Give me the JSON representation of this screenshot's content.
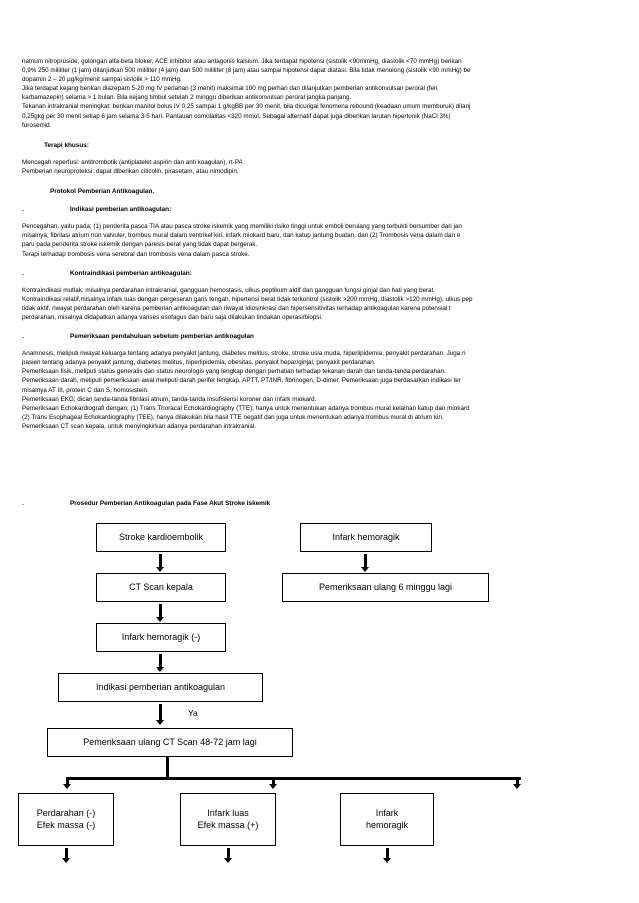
{
  "document": {
    "body_paragraphs": [
      {
        "name": "paragraph-hipotensi",
        "lines": [
          "natrium nitropruside, golongan alfa-beta bloker, ACE inhibitor atau antagonis kalsium. Jika terdapat hipotensi (sistolik <90mmHg, diastolik <70 mmHg) berikan",
          "0,9% 250 mililiter (1 jam) dilanjutkan 500 mililiter (4 jam) dan 500 mililiter (8 jam) atau sampai hipotensi dapat diatasi. Bila tidak menolong (sistolik <90 mmHg) be",
          "dopamin 2 – 20 µg/kg/menit sampai sistolik > 110 mmHg."
        ]
      },
      {
        "name": "paragraph-kejang",
        "lines": [
          "Jika terdapat kejang berikan diazepam 5-20 mg IV perlahan (3 menit) maksimal 100 mg perhari dan dilanjutkan pemberian antikonvulsan peroral (fen",
          "karbamazepin) selama > 1 bulan. Bila kejang timbul setelah 2 minggu diberikan antikonvulsan peroral jangka panjang."
        ]
      },
      {
        "name": "paragraph-tekanan-intrakranial",
        "lines": [
          "Tekanan intrakranial meningkat: berikan manitol bolus IV 0,25 sampai 1 g/kgBB per 30 menit, bila dicurigai fenomena rebound (keadaan umum memburuk) dilanj",
          "0,25gkg per 30 menit setiap 6 jam selama 3-5 hari. Pantauan osmolalitas <320 mmol. Sebagai alternatif dapat juga diberikan larutan hipertonik (NaCl 3%)",
          "furosemid."
        ]
      }
    ],
    "section_terapi_khusus": {
      "heading": "Terapi khusus:",
      "lines": [
        "Mencegah reperfusi: antitrombotik (antiplatelet aspirin dan anti koagulan), rt-PA",
        "Pemberian neuroproteksi: dapat diberikan citicolin, pirasetam, atau nimodipin."
      ]
    },
    "section_protokol": {
      "heading": "Protokol Pemberian Antikoagulan."
    },
    "subsections": [
      {
        "bullet": ".",
        "heading": "Indikasi pemberian antikoagulan:",
        "lines": [
          "Pencegahan, yaitu pada; (1) penderita pasca TIA atau pasca stroke iskemik yang memiliki risiko tinggi untuk emboli berulang yang terbukti bersumber dari jan",
          "misalnya; fibrilasi atrium non valvuler, trombus mural dalam ventrikel kiri, infark miokard baru, dan katup jantung buatan, dan (2) Trombosis vena dalam dan e",
          "paru pada penderita stroke iskemik dengan paresis berat yang tidak dapat bergerak.",
          "Terapi terhadap trombosis vena serebral dan trombosis vena dalam pasca stroke."
        ]
      },
      {
        "bullet": ".",
        "heading": "Kontraindikasi pemberian antikoagulan:",
        "lines": [
          "Kontraindikasi mutlak, misalnya perdarahan intrakranial, gangguan hemostasis, ulkus peptikum aktif dan gangguan fungsi ginjal dan hati yang berat.",
          "Kontraindikasi relatif,misalnya infark luas dengan pergeseran garis tengah, hipertensi berat tidak terkontrol (sistolik >200 mmHg, diastolik >120 mmHg), ulkus pep",
          "tidak aktif, riwayat perdarahan oleh karena pemberian antikoagulan dan riwayat idiosinkrasi dan hipersensitivitas terhadap antikoagulan karena potensial t",
          "perdarahan, misalnya didapatkan adanya varises esofagus dan baru saja dilakukan tindakan operasi/biopsi."
        ]
      },
      {
        "bullet": ".",
        "heading": "Pemeriksaan pendahuluan sebelum pemberian antikoagulan",
        "lines": [
          "Anamnesis, meliputi riwayat keluarga tentang adanya penyakit jantung, diabetes melitus, stroke, stroke usia muda, hiperlipidemia, penyakit perdarahan. Juga ri",
          "pasien tentang adanya penyakit jantung, diabetes melitus, hiperlipidemia, obesitas, penyakit hepar/ginjal, penyakit perdarahan.",
          "Pemeriksaan fisik, meliputi status generalis dan status neurologis yang lengkap dengan perhatian terhadap tekanan darah dan tanda-tanda perdarahan.",
          "Pemeriksaan darah, meliputi pemeriksaan awal meliputi darah perifer lengkap, APTT, PT/INR, fibrinogen, D-dimer. Pemeriksaan juga berdasarkan indikasi ter",
          "misalnya AT III, protein C dan S, homosistein.",
          "Pemeriksaan EKG; dicari tanda-tanda fibrilasi atrium, tanda-tanda insufisiensi koroner dan infark miokard.",
          "Pemeriksaan Echokardiografi dengan; (1) Trans Thoracal Echokardiography (TTE), hanya untuk menentukan adanya trombus mural kelainan katup dan miokard",
          "(2) Trans Esophageal Echokardiography (TEE), hanya dilakukan bila hasil TTE negatif dan juga untuk menentukan adanya trombus mural di atrium kiri.",
          "Pemeriksaan CT scan kepala, untuk menyingkirkan adanya perdarahan intrakranial."
        ]
      }
    ]
  },
  "flowchart": {
    "bullet": ".",
    "title": "Prosedur Pemberian Antikoagulan pada Fase Akut Stroke Iskemik",
    "edge_label_ya": "Ya",
    "nodes": {
      "stroke_kardioembolik": "Stroke kardioembolik",
      "infark_hemoragik_top": "Infark hemoragik",
      "ct_scan_kepala": "CT Scan kepala",
      "pemeriksaan_ulang_6_minggu": "Pemeriksaan ulang 6 minggu lagi",
      "infark_hemoragik_neg": "Infark hemoragik (-)",
      "indikasi_pemberian": "Indikasi pemberian antikoagulan",
      "pemeriksaan_ulang_ct": "Pemeriksaan ulang CT Scan 48-72 jam lagi",
      "perdarahan_neg": "Perdarahan (-)\nEfek massa (-)",
      "infark_luas": "Infark luas\nEfek massa (+)",
      "infark_hemoragik_bottom": "Infark\nhemoragik"
    }
  },
  "colors": {
    "background": "#ffffff",
    "text": "#000000",
    "node_border": "#000000"
  }
}
